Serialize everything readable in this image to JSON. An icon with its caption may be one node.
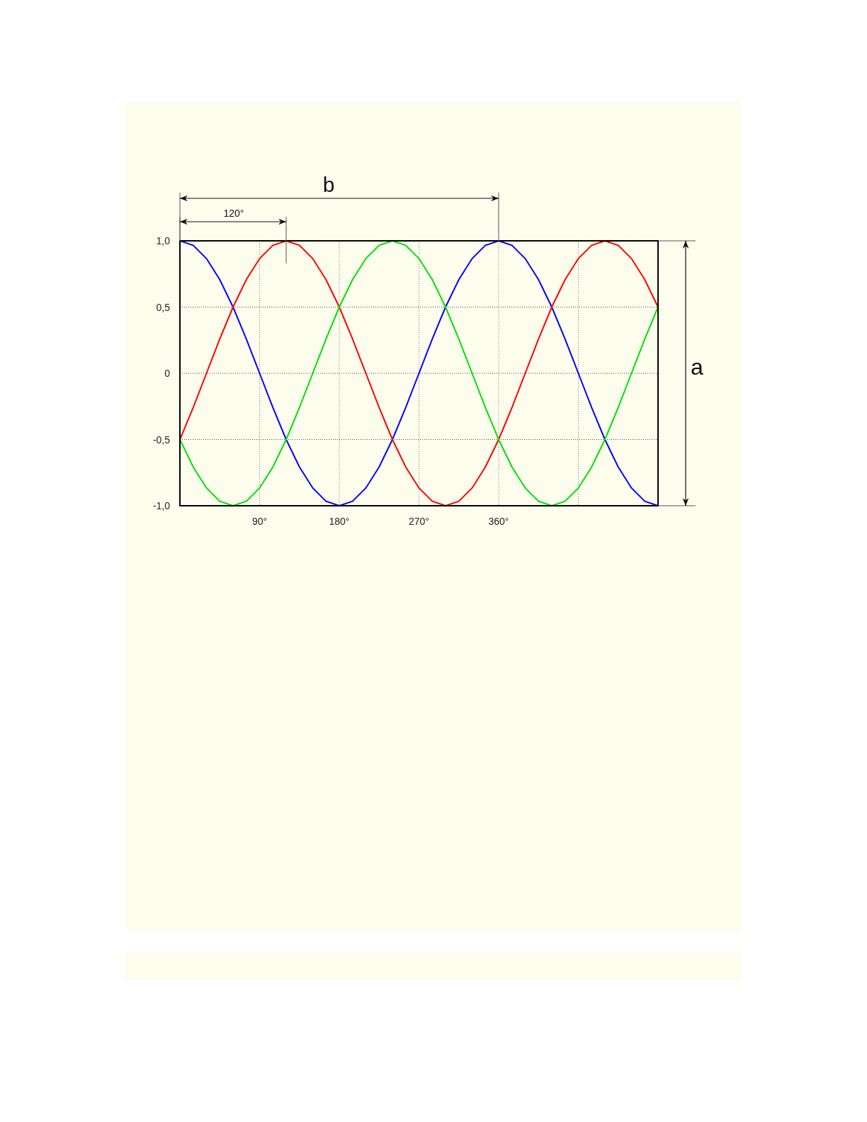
{
  "diagram": {
    "labels": [
      "b",
      "120°",
      "a"
    ],
    "chart_data": {
      "type": "line",
      "x": [
        0,
        15,
        30,
        45,
        60,
        75,
        90,
        105,
        120,
        135,
        150,
        165,
        180,
        195,
        210,
        225,
        240,
        255,
        270,
        285,
        300,
        315,
        330,
        345,
        360,
        375,
        390,
        405,
        420,
        435,
        450,
        465,
        480,
        495,
        510,
        525,
        540
      ],
      "series": [
        {
          "color": "#0000ff",
          "values": [
            1,
            0.966,
            0.866,
            0.707,
            0.5,
            0.259,
            0,
            -0.259,
            -0.5,
            -0.707,
            -0.866,
            -0.966,
            -1,
            -0.966,
            -0.866,
            -0.707,
            -0.5,
            -0.259,
            0,
            0.259,
            0.5,
            0.707,
            0.866,
            0.966,
            1,
            0.966,
            0.866,
            0.707,
            0.5,
            0.259,
            0,
            -0.259,
            -0.5,
            -0.707,
            -0.866,
            -0.966,
            -1
          ]
        },
        {
          "color": "#ff0000",
          "values": [
            -0.5,
            -0.259,
            0,
            0.259,
            0.5,
            0.707,
            0.866,
            0.966,
            1,
            0.966,
            0.866,
            0.707,
            0.5,
            0.259,
            0,
            -0.259,
            -0.5,
            -0.707,
            -0.866,
            -0.966,
            -1,
            -0.966,
            -0.866,
            -0.707,
            -0.5,
            -0.259,
            0,
            0.259,
            0.5,
            0.707,
            0.866,
            0.966,
            1,
            0.966,
            0.866,
            0.707,
            0.5
          ]
        },
        {
          "color": "#00e000",
          "values": [
            -0.5,
            -0.707,
            -0.866,
            -0.966,
            -1,
            -0.966,
            -0.866,
            -0.707,
            -0.5,
            -0.259,
            0,
            0.259,
            0.5,
            0.707,
            0.866,
            0.966,
            1,
            0.966,
            0.866,
            0.707,
            0.5,
            0.259,
            0,
            -0.259,
            -0.5,
            -0.707,
            -0.866,
            -0.966,
            -1,
            -0.966,
            -0.866,
            -0.707,
            -0.5,
            -0.259,
            0,
            0.259,
            0.5
          ]
        }
      ],
      "xlim": [
        0,
        540
      ],
      "ylim": [
        -1,
        1
      ],
      "xticks": [
        {
          "value": 90,
          "label": "90°"
        },
        {
          "value": 180,
          "label": "180°"
        },
        {
          "value": 270,
          "label": "270°"
        },
        {
          "value": 360,
          "label": "360°"
        }
      ],
      "grid": true,
      "yticks": [
        {
          "value": 1,
          "label": "1,0"
        },
        {
          "value": 0.5,
          "label": "0,5"
        },
        {
          "value": 0,
          "label": "0"
        },
        {
          "value": -0.5,
          "label": "-0,5"
        },
        {
          "value": -1,
          "label": "-1,0"
        }
      ]
    }
  }
}
